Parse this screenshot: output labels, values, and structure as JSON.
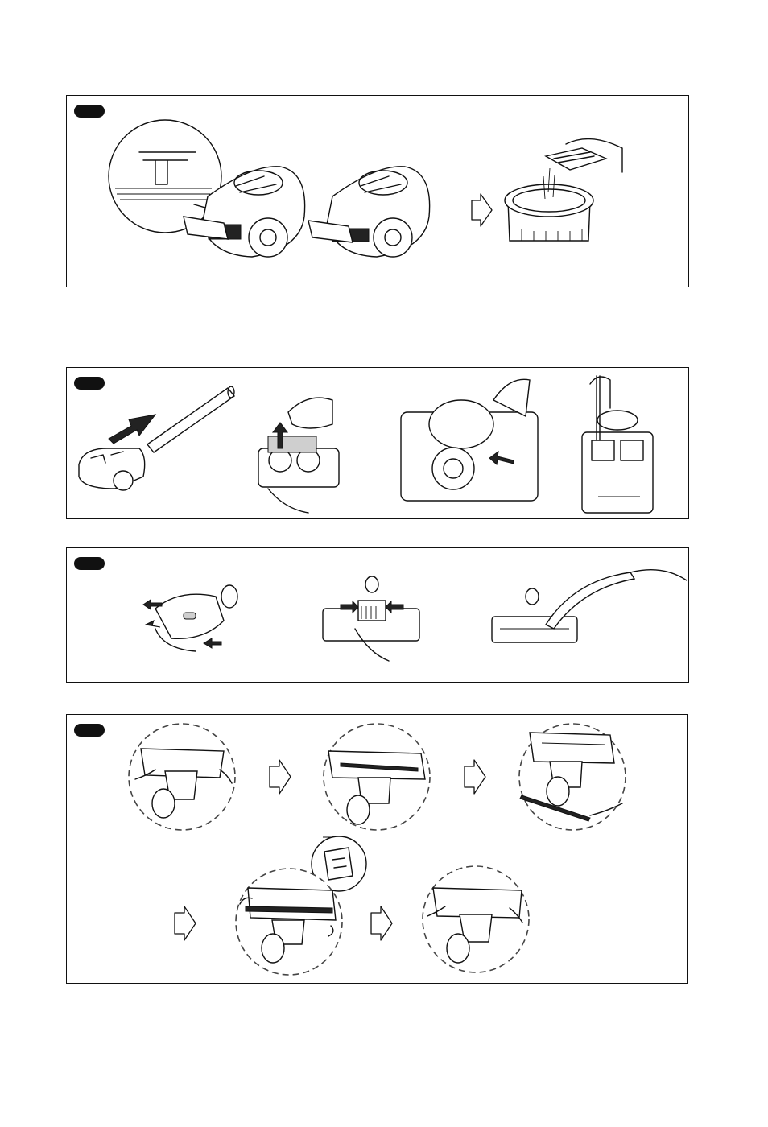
{
  "panels": [
    {
      "id": "panel-1",
      "badge": ""
    },
    {
      "id": "panel-2",
      "badge": ""
    },
    {
      "id": "panel-3",
      "badge": ""
    },
    {
      "id": "panel-4",
      "badge": ""
    }
  ],
  "icons": {
    "step_arrow": "outline-right-arrow-icon",
    "push_arrow": "solid-arrow-icon"
  },
  "colors": {
    "line": "#111111",
    "badge": "#111111",
    "dash_circle": "#444444"
  }
}
